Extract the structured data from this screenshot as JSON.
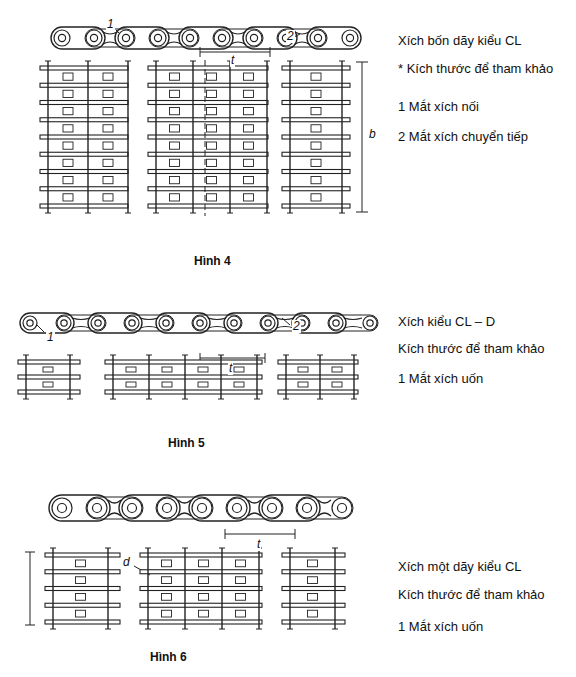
{
  "diagram": {
    "labels": [
      "1",
      "2",
      "t",
      "b",
      "Xích bốn dãy kiểu CL",
      "* Kích thước để tham khảo",
      "1 Mắt xích nối",
      "2 Mắt xích chuyển tiếp",
      "Hình 4",
      "1",
      "2",
      "t",
      "Xích kiểu CL – D",
      "Kích thước để tham khảo",
      "1 Mắt xích uốn",
      "Hình 5",
      "t",
      "d",
      "Xích một dãy kiểu CL",
      "Kích thước để tham khảo",
      "1 Mắt xích uốn",
      "Hình 6"
    ]
  }
}
